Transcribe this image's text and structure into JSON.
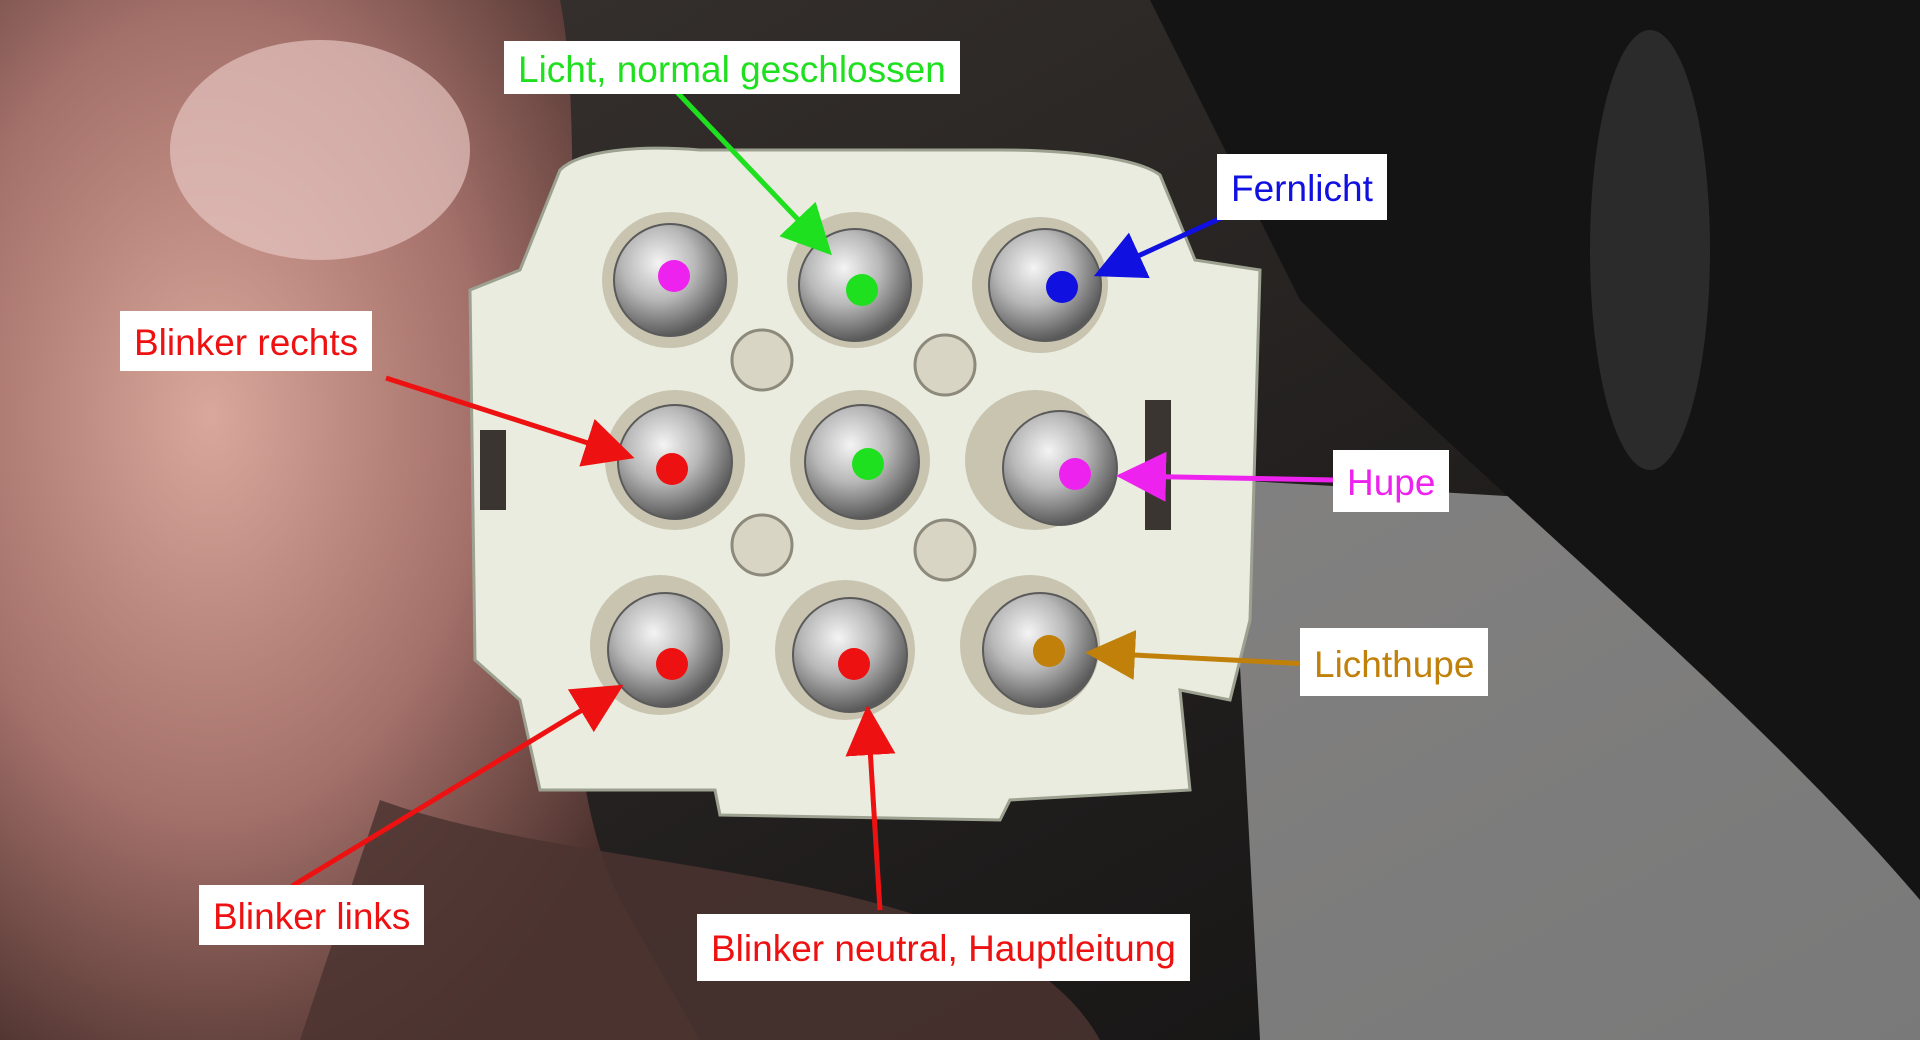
{
  "labels": {
    "licht": {
      "text": "Licht, normal geschlossen",
      "color": "#1fe01f"
    },
    "fernlicht": {
      "text": "Fernlicht",
      "color": "#1010e0"
    },
    "blinker_rechts": {
      "text": "Blinker rechts",
      "color": "#ee1111"
    },
    "hupe": {
      "text": "Hupe",
      "color": "#ee22ee"
    },
    "lichthupe": {
      "text": "Lichthupe",
      "color": "#c0800a"
    },
    "blinker_links": {
      "text": "Blinker links",
      "color": "#ee1111"
    },
    "blinker_neutral": {
      "text": "Blinker neutral, Hauptleitung",
      "color": "#ee1111"
    }
  },
  "pin_dots": [
    {
      "pin": "top-left",
      "color": "#ee22ee"
    },
    {
      "pin": "top-middle",
      "color": "#1fe01f"
    },
    {
      "pin": "top-right",
      "color": "#1010e0"
    },
    {
      "pin": "middle-left",
      "color": "#ee1111"
    },
    {
      "pin": "center",
      "color": "#1fe01f"
    },
    {
      "pin": "middle-right",
      "color": "#ee22ee"
    },
    {
      "pin": "bottom-left",
      "color": "#ee1111"
    },
    {
      "pin": "bottom-middle",
      "color": "#ee1111"
    },
    {
      "pin": "bottom-right",
      "color": "#c0800a"
    }
  ]
}
